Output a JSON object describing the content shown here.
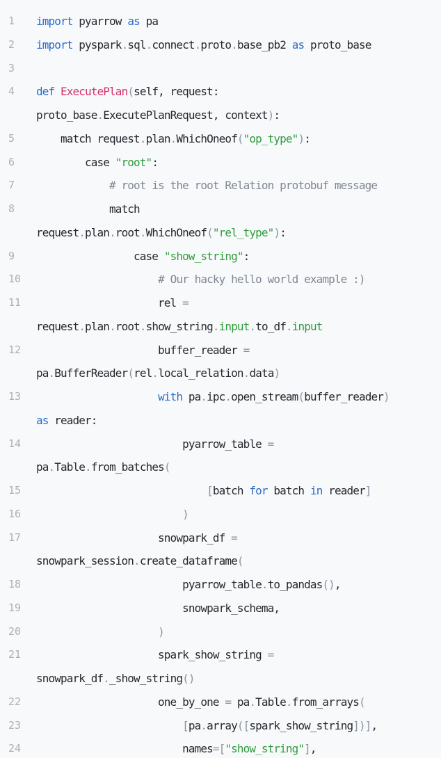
{
  "lines": [
    {
      "n": "1",
      "tokens": [
        [
          "kw",
          "import"
        ],
        [
          "t",
          " pyarrow "
        ],
        [
          "kw",
          "as"
        ],
        [
          "t",
          " pa"
        ]
      ]
    },
    {
      "n": "2",
      "tokens": [
        [
          "kw",
          "import"
        ],
        [
          "t",
          " pyspark"
        ],
        [
          "op",
          "."
        ],
        [
          "t",
          "sql"
        ],
        [
          "op",
          "."
        ],
        [
          "t",
          "connect"
        ],
        [
          "op",
          "."
        ],
        [
          "t",
          "proto"
        ],
        [
          "op",
          "."
        ],
        [
          "t",
          "base_pb2 "
        ],
        [
          "kw",
          "as"
        ],
        [
          "t",
          " proto_base"
        ]
      ]
    },
    {
      "n": "3",
      "tokens": []
    },
    {
      "n": "4",
      "tokens": [
        [
          "kw",
          "def"
        ],
        [
          "t",
          " "
        ],
        [
          "fn",
          "ExecutePlan"
        ],
        [
          "op",
          "("
        ],
        [
          "t",
          "self, request:"
        ]
      ]
    },
    {
      "n": "",
      "tokens": [
        [
          "t",
          "proto_base"
        ],
        [
          "op",
          "."
        ],
        [
          "t",
          "ExecutePlanRequest, context"
        ],
        [
          "op",
          ")"
        ],
        [
          "t",
          ":"
        ]
      ]
    },
    {
      "n": "5",
      "tokens": [
        [
          "t",
          "    match request"
        ],
        [
          "op",
          "."
        ],
        [
          "t",
          "plan"
        ],
        [
          "op",
          "."
        ],
        [
          "t",
          "WhichOneof"
        ],
        [
          "op",
          "("
        ],
        [
          "str",
          "\"op_type\""
        ],
        [
          "op",
          ")"
        ],
        [
          "t",
          ":"
        ]
      ]
    },
    {
      "n": "6",
      "tokens": [
        [
          "t",
          "        case "
        ],
        [
          "str",
          "\"root\""
        ],
        [
          "t",
          ":"
        ]
      ]
    },
    {
      "n": "7",
      "tokens": [
        [
          "t",
          "            "
        ],
        [
          "cm",
          "# root is the root Relation protobuf message"
        ]
      ]
    },
    {
      "n": "8",
      "tokens": [
        [
          "t",
          "            match"
        ]
      ]
    },
    {
      "n": "",
      "tokens": [
        [
          "t",
          "request"
        ],
        [
          "op",
          "."
        ],
        [
          "t",
          "plan"
        ],
        [
          "op",
          "."
        ],
        [
          "t",
          "root"
        ],
        [
          "op",
          "."
        ],
        [
          "t",
          "WhichOneof"
        ],
        [
          "op",
          "("
        ],
        [
          "str",
          "\"rel_type\""
        ],
        [
          "op",
          ")"
        ],
        [
          "t",
          ":"
        ]
      ]
    },
    {
      "n": "9",
      "tokens": [
        [
          "t",
          "                case "
        ],
        [
          "str",
          "\"show_string\""
        ],
        [
          "t",
          ":"
        ]
      ]
    },
    {
      "n": "10",
      "tokens": [
        [
          "t",
          "                    "
        ],
        [
          "cm",
          "# Our hacky hello world example :)"
        ]
      ]
    },
    {
      "n": "11",
      "tokens": [
        [
          "t",
          "                    rel "
        ],
        [
          "op",
          "="
        ]
      ]
    },
    {
      "n": "",
      "tokens": [
        [
          "t",
          "request"
        ],
        [
          "op",
          "."
        ],
        [
          "t",
          "plan"
        ],
        [
          "op",
          "."
        ],
        [
          "t",
          "root"
        ],
        [
          "op",
          "."
        ],
        [
          "t",
          "show_string"
        ],
        [
          "op",
          "."
        ],
        [
          "str",
          "input"
        ],
        [
          "op",
          "."
        ],
        [
          "t",
          "to_df"
        ],
        [
          "op",
          "."
        ],
        [
          "str",
          "input"
        ]
      ]
    },
    {
      "n": "12",
      "tokens": [
        [
          "t",
          "                    buffer_reader "
        ],
        [
          "op",
          "="
        ]
      ]
    },
    {
      "n": "",
      "tokens": [
        [
          "t",
          "pa"
        ],
        [
          "op",
          "."
        ],
        [
          "t",
          "BufferReader"
        ],
        [
          "op",
          "("
        ],
        [
          "t",
          "rel"
        ],
        [
          "op",
          "."
        ],
        [
          "t",
          "local_relation"
        ],
        [
          "op",
          "."
        ],
        [
          "t",
          "data"
        ],
        [
          "op",
          ")"
        ]
      ]
    },
    {
      "n": "13",
      "tokens": [
        [
          "t",
          "                    "
        ],
        [
          "kw",
          "with"
        ],
        [
          "t",
          " pa"
        ],
        [
          "op",
          "."
        ],
        [
          "t",
          "ipc"
        ],
        [
          "op",
          "."
        ],
        [
          "t",
          "open_stream"
        ],
        [
          "op",
          "("
        ],
        [
          "t",
          "buffer_reader"
        ],
        [
          "op",
          ")"
        ]
      ]
    },
    {
      "n": "",
      "tokens": [
        [
          "kw",
          "as"
        ],
        [
          "t",
          " reader:"
        ]
      ]
    },
    {
      "n": "14",
      "tokens": [
        [
          "t",
          "                        pyarrow_table "
        ],
        [
          "op",
          "="
        ]
      ]
    },
    {
      "n": "",
      "tokens": [
        [
          "t",
          "pa"
        ],
        [
          "op",
          "."
        ],
        [
          "t",
          "Table"
        ],
        [
          "op",
          "."
        ],
        [
          "t",
          "from_batches"
        ],
        [
          "op",
          "("
        ]
      ]
    },
    {
      "n": "15",
      "tokens": [
        [
          "t",
          "                            "
        ],
        [
          "op",
          "["
        ],
        [
          "t",
          "batch "
        ],
        [
          "kw",
          "for"
        ],
        [
          "t",
          " batch "
        ],
        [
          "kw",
          "in"
        ],
        [
          "t",
          " reader"
        ],
        [
          "op",
          "]"
        ]
      ]
    },
    {
      "n": "16",
      "tokens": [
        [
          "t",
          "                        "
        ],
        [
          "op",
          ")"
        ]
      ]
    },
    {
      "n": "17",
      "tokens": [
        [
          "t",
          "                    snowpark_df "
        ],
        [
          "op",
          "="
        ]
      ]
    },
    {
      "n": "",
      "tokens": [
        [
          "t",
          "snowpark_session"
        ],
        [
          "op",
          "."
        ],
        [
          "t",
          "create_dataframe"
        ],
        [
          "op",
          "("
        ]
      ]
    },
    {
      "n": "18",
      "tokens": [
        [
          "t",
          "                        pyarrow_table"
        ],
        [
          "op",
          "."
        ],
        [
          "t",
          "to_pandas"
        ],
        [
          "op",
          "()"
        ],
        [
          "t",
          ","
        ]
      ]
    },
    {
      "n": "19",
      "tokens": [
        [
          "t",
          "                        snowpark_schema,"
        ]
      ]
    },
    {
      "n": "20",
      "tokens": [
        [
          "t",
          "                    "
        ],
        [
          "op",
          ")"
        ]
      ]
    },
    {
      "n": "21",
      "tokens": [
        [
          "t",
          "                    spark_show_string "
        ],
        [
          "op",
          "="
        ]
      ]
    },
    {
      "n": "",
      "tokens": [
        [
          "t",
          "snowpark_df"
        ],
        [
          "op",
          "."
        ],
        [
          "t",
          "_show_string"
        ],
        [
          "op",
          "()"
        ]
      ]
    },
    {
      "n": "22",
      "tokens": [
        [
          "t",
          "                    one_by_one "
        ],
        [
          "op",
          "="
        ],
        [
          "t",
          " pa"
        ],
        [
          "op",
          "."
        ],
        [
          "t",
          "Table"
        ],
        [
          "op",
          "."
        ],
        [
          "t",
          "from_arrays"
        ],
        [
          "op",
          "("
        ]
      ]
    },
    {
      "n": "23",
      "tokens": [
        [
          "t",
          "                        "
        ],
        [
          "op",
          "["
        ],
        [
          "t",
          "pa"
        ],
        [
          "op",
          "."
        ],
        [
          "t",
          "array"
        ],
        [
          "op",
          "(["
        ],
        [
          "t",
          "spark_show_string"
        ],
        [
          "op",
          "])]"
        ],
        [
          "t",
          ","
        ]
      ]
    },
    {
      "n": "24",
      "tokens": [
        [
          "t",
          "                        names"
        ],
        [
          "op",
          "=["
        ],
        [
          "str",
          "\"show_string\""
        ],
        [
          "op",
          "]"
        ],
        [
          "t",
          ","
        ]
      ]
    }
  ]
}
